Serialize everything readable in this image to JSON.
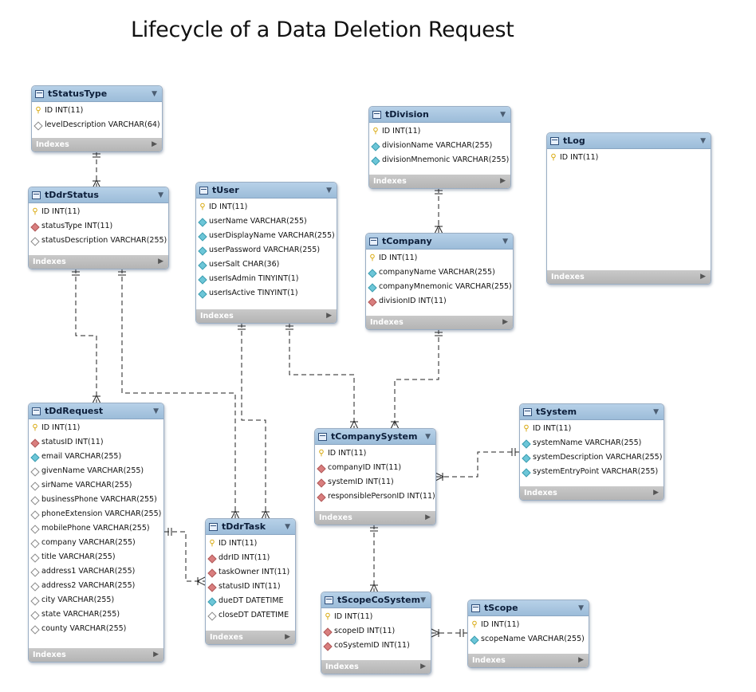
{
  "title": "Lifecycle of a Data Deletion Request",
  "indexes_label": "Indexes",
  "tables": {
    "tStatusType": {
      "name": "tStatusType",
      "columns": [
        {
          "icon": "pk",
          "text": "ID INT(11)"
        },
        {
          "icon": "nullable",
          "text": "levelDescription VARCHAR(64)"
        }
      ]
    },
    "tDdrStatus": {
      "name": "tDdrStatus",
      "columns": [
        {
          "icon": "pk",
          "text": "ID INT(11)"
        },
        {
          "icon": "fk",
          "text": "statusType INT(11)"
        },
        {
          "icon": "nullable",
          "text": "statusDescription VARCHAR(255)"
        }
      ]
    },
    "tUser": {
      "name": "tUser",
      "columns": [
        {
          "icon": "pk",
          "text": "ID INT(11)"
        },
        {
          "icon": "notnull",
          "text": "userName VARCHAR(255)"
        },
        {
          "icon": "notnull",
          "text": "userDisplayName VARCHAR(255)"
        },
        {
          "icon": "notnull",
          "text": "userPassword VARCHAR(255)"
        },
        {
          "icon": "notnull",
          "text": "userSalt CHAR(36)"
        },
        {
          "icon": "notnull",
          "text": "userIsAdmin TINYINT(1)"
        },
        {
          "icon": "notnull",
          "text": "userIsActive TINYINT(1)"
        }
      ]
    },
    "tDivision": {
      "name": "tDivision",
      "columns": [
        {
          "icon": "pk",
          "text": "ID INT(11)"
        },
        {
          "icon": "notnull",
          "text": "divisionName VARCHAR(255)"
        },
        {
          "icon": "notnull",
          "text": "divisionMnemonic VARCHAR(255)"
        }
      ]
    },
    "tCompany": {
      "name": "tCompany",
      "columns": [
        {
          "icon": "pk",
          "text": "ID INT(11)"
        },
        {
          "icon": "notnull",
          "text": "companyName VARCHAR(255)"
        },
        {
          "icon": "notnull",
          "text": "companyMnemonic VARCHAR(255)"
        },
        {
          "icon": "fk",
          "text": "divisionID INT(11)"
        }
      ]
    },
    "tLog": {
      "name": "tLog",
      "columns": [
        {
          "icon": "pk",
          "text": "ID INT(11)"
        }
      ]
    },
    "tDdRequest": {
      "name": "tDdRequest",
      "columns": [
        {
          "icon": "pk",
          "text": "ID INT(11)"
        },
        {
          "icon": "fk",
          "text": "statusID INT(11)"
        },
        {
          "icon": "notnull",
          "text": "email VARCHAR(255)"
        },
        {
          "icon": "nullable",
          "text": "givenName VARCHAR(255)"
        },
        {
          "icon": "nullable",
          "text": "sirName VARCHAR(255)"
        },
        {
          "icon": "nullable",
          "text": "businessPhone VARCHAR(255)"
        },
        {
          "icon": "nullable",
          "text": "phoneExtension VARCHAR(255)"
        },
        {
          "icon": "nullable",
          "text": "mobilePhone VARCHAR(255)"
        },
        {
          "icon": "nullable",
          "text": "company VARCHAR(255)"
        },
        {
          "icon": "nullable",
          "text": "title VARCHAR(255)"
        },
        {
          "icon": "nullable",
          "text": "address1 VARCHAR(255)"
        },
        {
          "icon": "nullable",
          "text": "address2 VARCHAR(255)"
        },
        {
          "icon": "nullable",
          "text": "city VARCHAR(255)"
        },
        {
          "icon": "nullable",
          "text": "state VARCHAR(255)"
        },
        {
          "icon": "nullable",
          "text": "county VARCHAR(255)"
        }
      ]
    },
    "tDdrTask": {
      "name": "tDdrTask",
      "columns": [
        {
          "icon": "pk",
          "text": "ID INT(11)"
        },
        {
          "icon": "fk",
          "text": "ddrID INT(11)"
        },
        {
          "icon": "fk",
          "text": "taskOwner INT(11)"
        },
        {
          "icon": "fk",
          "text": "statusID INT(11)"
        },
        {
          "icon": "notnull",
          "text": "dueDT DATETIME"
        },
        {
          "icon": "nullable",
          "text": "closeDT DATETIME"
        }
      ]
    },
    "tCompanySystem": {
      "name": "tCompanySystem",
      "columns": [
        {
          "icon": "pk",
          "text": "ID INT(11)"
        },
        {
          "icon": "fk",
          "text": "companyID INT(11)"
        },
        {
          "icon": "fk",
          "text": "systemID INT(11)"
        },
        {
          "icon": "fk",
          "text": "responsiblePersonID INT(11)"
        }
      ]
    },
    "tSystem": {
      "name": "tSystem",
      "columns": [
        {
          "icon": "pk",
          "text": "ID INT(11)"
        },
        {
          "icon": "notnull",
          "text": "systemName VARCHAR(255)"
        },
        {
          "icon": "notnull",
          "text": "systemDescription VARCHAR(255)"
        },
        {
          "icon": "notnull",
          "text": "systemEntryPoint VARCHAR(255)"
        }
      ]
    },
    "tScopeCoSystem": {
      "name": "tScopeCoSystem",
      "columns": [
        {
          "icon": "pk",
          "text": "ID INT(11)"
        },
        {
          "icon": "fk",
          "text": "scopeID INT(11)"
        },
        {
          "icon": "fk",
          "text": "coSystemID INT(11)"
        }
      ]
    },
    "tScope": {
      "name": "tScope",
      "columns": [
        {
          "icon": "pk",
          "text": "ID INT(11)"
        },
        {
          "icon": "notnull",
          "text": "scopeName VARCHAR(255)"
        }
      ]
    }
  },
  "relationships": [
    {
      "from": "tStatusType",
      "to": "tDdrStatus",
      "cardinality": "one-to-many"
    },
    {
      "from": "tDivision",
      "to": "tCompany",
      "cardinality": "one-to-many"
    },
    {
      "from": "tDdrStatus",
      "to": "tDdRequest",
      "cardinality": "one-to-many"
    },
    {
      "from": "tDdrStatus",
      "to": "tDdrTask",
      "cardinality": "one-to-many"
    },
    {
      "from": "tUser",
      "to": "tDdrTask",
      "cardinality": "one-to-many"
    },
    {
      "from": "tUser",
      "to": "tCompanySystem",
      "cardinality": "one-to-many"
    },
    {
      "from": "tCompany",
      "to": "tCompanySystem",
      "cardinality": "one-to-many"
    },
    {
      "from": "tSystem",
      "to": "tCompanySystem",
      "cardinality": "one-to-many"
    },
    {
      "from": "tDdRequest",
      "to": "tDdrTask",
      "cardinality": "one-to-many"
    },
    {
      "from": "tCompanySystem",
      "to": "tScopeCoSystem",
      "cardinality": "one-to-many"
    },
    {
      "from": "tScope",
      "to": "tScopeCoSystem",
      "cardinality": "one-to-many"
    }
  ]
}
